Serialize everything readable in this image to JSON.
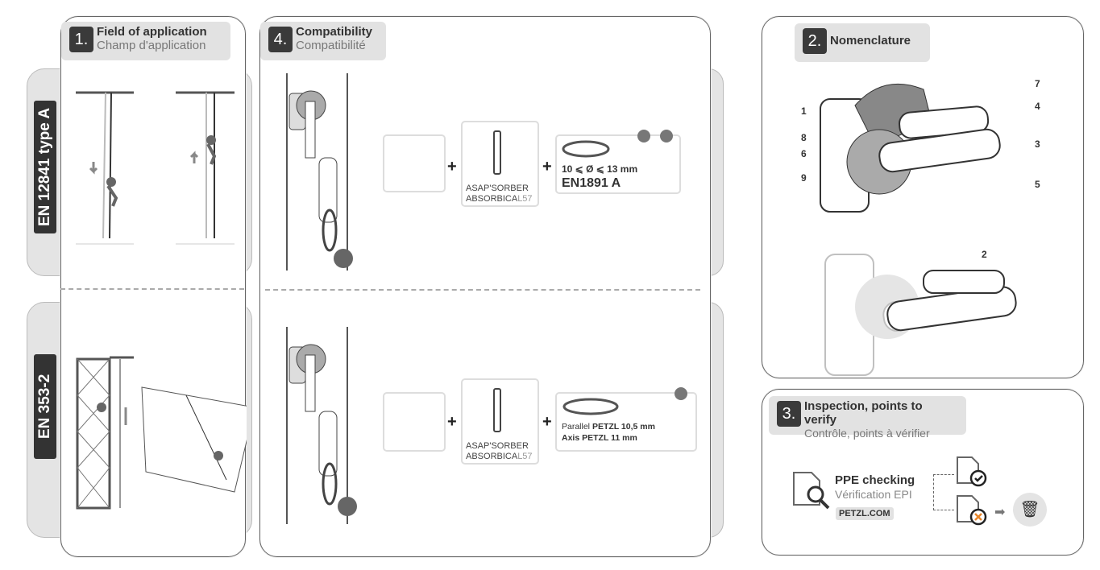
{
  "standards": {
    "top": "EN 12841 type A",
    "bottom": "EN 353-2"
  },
  "section1": {
    "number": "1.",
    "title": "Field of application",
    "subtitle": "Champ d'application"
  },
  "section4": {
    "number": "4.",
    "title": "Compatibility",
    "subtitle": "Compatibilité",
    "row1": {
      "absorber_line1": "ASAP'SORBER",
      "absorber_line2a": "ABSORBICA",
      "absorber_line2b": "L57",
      "rope_spec": "10 ⩽ Ø ⩽ 13 mm",
      "rope_norm": "EN1891 A",
      "plus": "+"
    },
    "row2": {
      "absorber_line1": "ASAP'SORBER",
      "absorber_line2a": "ABSORBICA",
      "absorber_line2b": "L57",
      "rope_line1_a": "Parallel ",
      "rope_line1_b": "PETZL 10,5 mm",
      "rope_line2_a": "Axis ",
      "rope_line2_b": "PETZL 11 mm",
      "plus": "+"
    }
  },
  "section2": {
    "number": "2.",
    "title": "Nomenclature",
    "labels": [
      "1",
      "2",
      "3",
      "4",
      "5",
      "6",
      "7",
      "8",
      "9"
    ]
  },
  "section3": {
    "number": "3.",
    "title": "Inspection, points to verify",
    "subtitle": "Contrôle, points à vérifier",
    "ppe_title": "PPE checking",
    "ppe_subtitle": "Vérification EPI",
    "website": "PETZL.COM"
  }
}
